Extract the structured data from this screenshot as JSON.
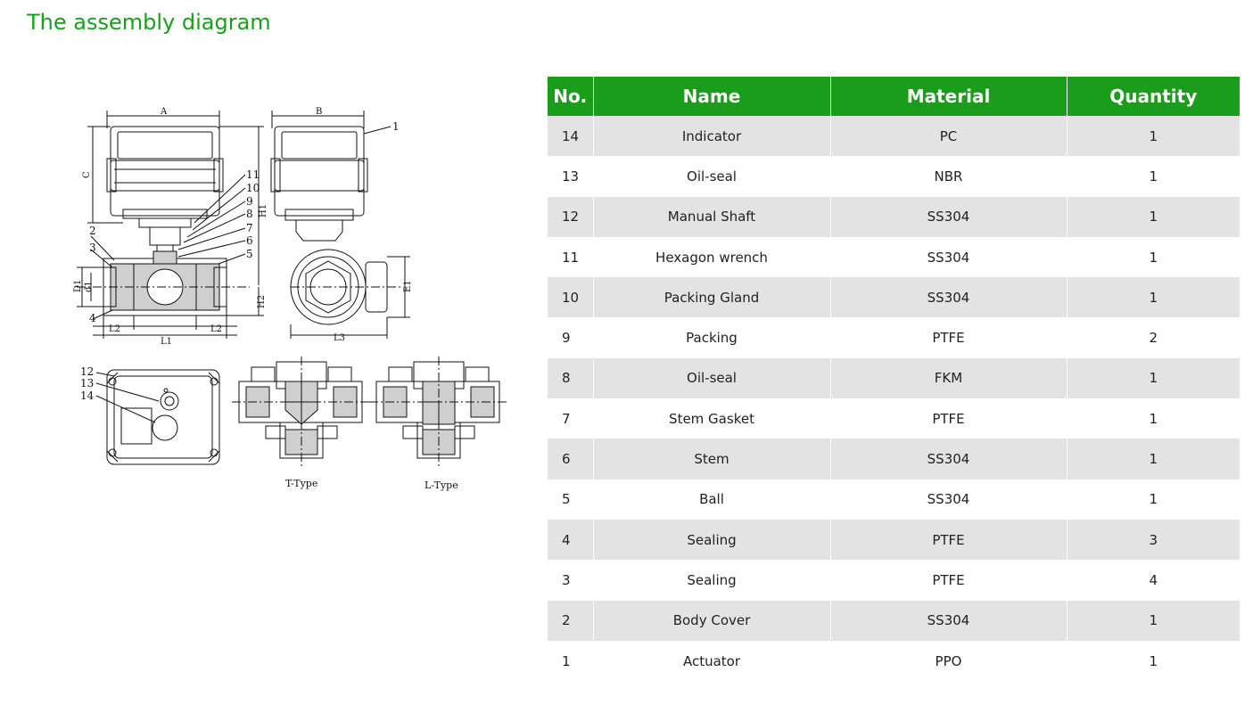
{
  "page": {
    "title": "The assembly diagram"
  },
  "table": {
    "headers": [
      "No.",
      "Name",
      "Material",
      "Quantity"
    ],
    "rows": [
      {
        "no": "14",
        "name": "Indicator",
        "material": "PC",
        "qty": "1"
      },
      {
        "no": "13",
        "name": "Oil-seal",
        "material": "NBR",
        "qty": "1"
      },
      {
        "no": "12",
        "name": "Manual Shaft",
        "material": "SS304",
        "qty": "1"
      },
      {
        "no": "11",
        "name": "Hexagon wrench",
        "material": "SS304",
        "qty": "1"
      },
      {
        "no": "10",
        "name": "Packing Gland",
        "material": "SS304",
        "qty": "1"
      },
      {
        "no": "9",
        "name": "Packing",
        "material": "PTFE",
        "qty": "2"
      },
      {
        "no": "8",
        "name": "Oil-seal",
        "material": "FKM",
        "qty": "1"
      },
      {
        "no": "7",
        "name": "Stem Gasket",
        "material": "PTFE",
        "qty": "1"
      },
      {
        "no": "6",
        "name": "Stem",
        "material": "SS304",
        "qty": "1"
      },
      {
        "no": "5",
        "name": "Ball",
        "material": "SS304",
        "qty": "1"
      },
      {
        "no": "4",
        "name": "Sealing",
        "material": "PTFE",
        "qty": "3"
      },
      {
        "no": "3",
        "name": "Sealing",
        "material": "PTFE",
        "qty": "4"
      },
      {
        "no": "2",
        "name": "Body Cover",
        "material": "SS304",
        "qty": "1"
      },
      {
        "no": "1",
        "name": "Actuator",
        "material": "PPO",
        "qty": "1"
      }
    ]
  },
  "diagram": {
    "dimension_labels": {
      "A": "A",
      "B": "B",
      "C": "C",
      "H1": "H1",
      "H2": "H2",
      "D1": "D1",
      "d1": "d1",
      "E1": "E1",
      "L1": "L1",
      "L2": "L2",
      "L3": "L3"
    },
    "part_numbers_front": [
      "11",
      "10",
      "9",
      "8",
      "7",
      "6",
      "5",
      "2",
      "3",
      "4"
    ],
    "part_number_side": "1",
    "part_numbers_top": [
      "12",
      "13",
      "14"
    ],
    "captions": {
      "t_type": "T-Type",
      "l_type": "L-Type"
    }
  }
}
